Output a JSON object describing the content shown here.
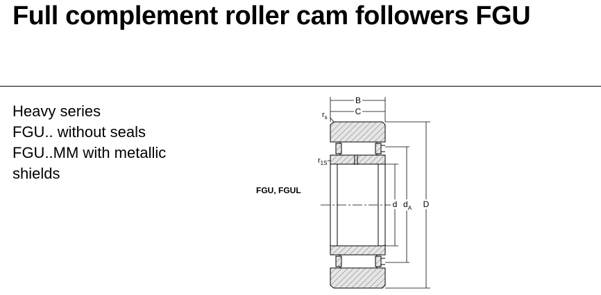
{
  "page": {
    "title": "Full complement roller cam followers FGU",
    "features": [
      "Heavy series",
      "FGU.. without seals",
      "FGU..MM with metallic",
      "shields"
    ]
  },
  "drawing": {
    "figure_label": "FGU, FGUL",
    "dims": {
      "B": "B",
      "C": "C",
      "rs_main": "r",
      "rs_sub": "s",
      "r1s_main": "r",
      "r1s_sub": "1S",
      "d": "d",
      "dA_main": "d",
      "dA_sub": "A",
      "D": "D"
    },
    "colors": {
      "hatch_fill": "#d9d9d9",
      "line": "#000000"
    }
  }
}
